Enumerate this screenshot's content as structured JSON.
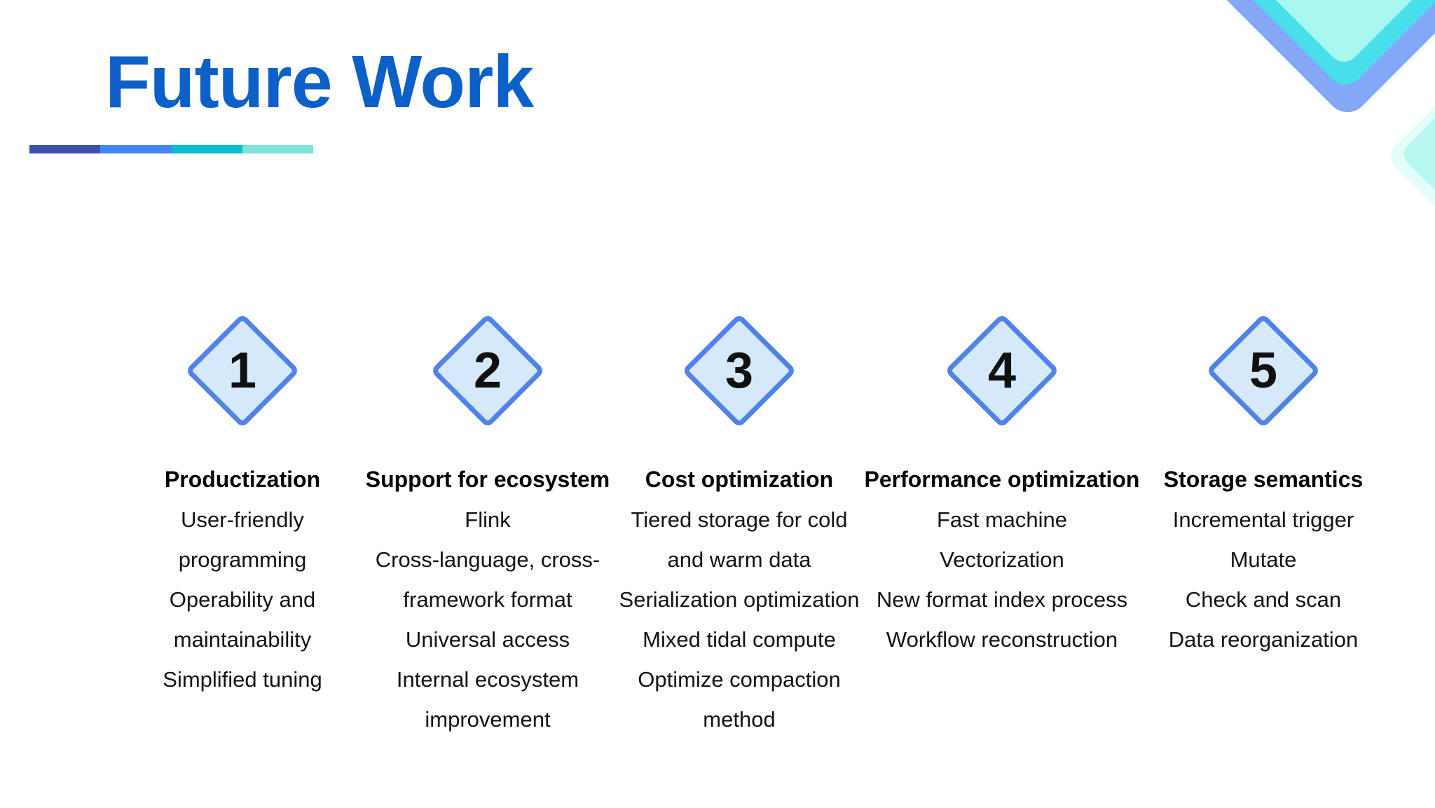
{
  "slide": {
    "title": "Future Work",
    "colors": {
      "title": "#0C60C8",
      "accent_bar": [
        "#3B50AD",
        "#4286F4",
        "#00BECD",
        "#7BE3DA"
      ],
      "diamond_fill": "#D5E9FB",
      "diamond_border": "#5082EA",
      "deco_blue": "#82A8F7",
      "deco_cyan": "#49DFEA",
      "deco_aqua": "#A9F8F0",
      "deco_side_outer": "#E2FEFA",
      "deco_side_inner": "#B6F8F0"
    }
  },
  "columns": [
    {
      "number": "1",
      "heading": "Productization",
      "items": [
        {
          "lines": [
            "User-friendly",
            "programming"
          ]
        },
        {
          "lines": [
            "Operability and",
            "maintainability"
          ]
        },
        {
          "lines": [
            "Simplified tuning"
          ]
        }
      ]
    },
    {
      "number": "2",
      "heading": "Support for ecosystem",
      "items": [
        {
          "lines": [
            "Flink"
          ]
        },
        {
          "lines": [
            "Cross-language, cross-",
            "framework format"
          ]
        },
        {
          "lines": [
            "Universal access"
          ]
        },
        {
          "lines": [
            "Internal ecosystem",
            "improvement"
          ]
        }
      ]
    },
    {
      "number": "3",
      "heading": "Cost optimization",
      "items": [
        {
          "lines": [
            "Tiered storage for cold",
            "and warm data"
          ]
        },
        {
          "lines": [
            "Serialization optimization"
          ]
        },
        {
          "lines": [
            "Mixed tidal compute"
          ]
        },
        {
          "lines": [
            "Optimize compaction",
            "method"
          ]
        }
      ]
    },
    {
      "number": "4",
      "heading": "Performance optimization",
      "items": [
        {
          "lines": [
            "Fast machine"
          ]
        },
        {
          "lines": [
            "Vectorization"
          ]
        },
        {
          "lines": [
            "New format index process"
          ]
        },
        {
          "lines": [
            "Workflow reconstruction"
          ]
        }
      ]
    },
    {
      "number": "5",
      "heading": "Storage semantics",
      "items": [
        {
          "lines": [
            "Incremental trigger"
          ]
        },
        {
          "lines": [
            "Mutate"
          ]
        },
        {
          "lines": [
            "Check and scan"
          ]
        },
        {
          "lines": [
            "Data reorganization"
          ]
        }
      ]
    }
  ]
}
